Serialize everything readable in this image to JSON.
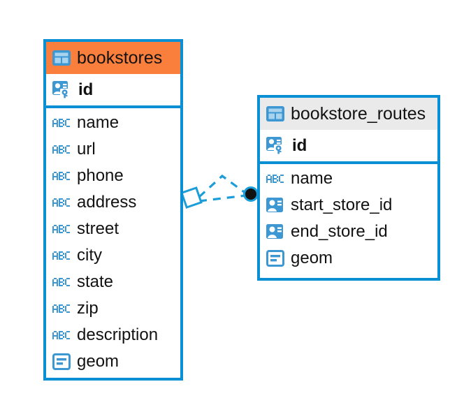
{
  "diagram": {
    "type": "entity-relationship-diagram",
    "background": "#ffffff",
    "colors": {
      "border": "#0b8fd4",
      "accent_header": "#fb7f3c",
      "plain_header": "#eaeaea",
      "icon_blue": "#3d97d3",
      "text": "#121212",
      "connector": "#1b9dd9",
      "endpoint_circle": "#111111"
    },
    "entities": [
      {
        "id": "bookstores",
        "name": "bookstores",
        "header_style": "accent",
        "table_icon": "table-icon",
        "primary_key": [
          {
            "name": "id",
            "icon": "primary-key-icon",
            "bold": true
          }
        ],
        "fields": [
          {
            "name": "name",
            "icon": "abc-text-icon"
          },
          {
            "name": "url",
            "icon": "abc-text-icon"
          },
          {
            "name": "phone",
            "icon": "abc-text-icon"
          },
          {
            "name": "address",
            "icon": "abc-text-icon"
          },
          {
            "name": "street",
            "icon": "abc-text-icon"
          },
          {
            "name": "city",
            "icon": "abc-text-icon"
          },
          {
            "name": "state",
            "icon": "abc-text-icon"
          },
          {
            "name": "zip",
            "icon": "abc-text-icon"
          },
          {
            "name": "description",
            "icon": "abc-text-icon"
          },
          {
            "name": "geom",
            "icon": "geometry-icon"
          }
        ]
      },
      {
        "id": "bookstore_routes",
        "name": "bookstore_routes",
        "header_style": "plain",
        "table_icon": "table-icon",
        "primary_key": [
          {
            "name": "id",
            "icon": "primary-key-icon",
            "bold": true
          }
        ],
        "fields": [
          {
            "name": "name",
            "icon": "abc-text-icon"
          },
          {
            "name": "start_store_id",
            "icon": "foreign-key-icon"
          },
          {
            "name": "end_store_id",
            "icon": "foreign-key-icon"
          },
          {
            "name": "geom",
            "icon": "geometry-icon"
          }
        ]
      }
    ],
    "relationships": [
      {
        "from": "bookstores",
        "to": "bookstore_routes",
        "from_marker": "diamond",
        "to_marker": "filled-circle",
        "line_style": "dashed",
        "branches": 2
      }
    ]
  }
}
